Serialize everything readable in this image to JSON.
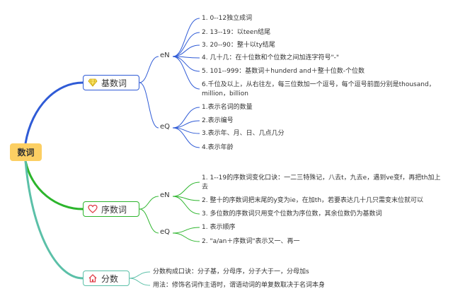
{
  "root": {
    "label": "数词"
  },
  "branches": [
    {
      "label": "基数词",
      "icon": "diamond-icon",
      "color": "#2f5bd6",
      "groups": [
        {
          "label": "eN",
          "items": [
            "1. 0--12独立成词",
            "2. 13--19：以teen结尾",
            "3. 20--90：整十以ty结尾",
            "4. 几十几：在十位数和个位数之间加连字符号\"-\"",
            "5. 101--999：基数词＋hunderd and＋整十位数-个位数",
            "6.千位及以上，从右往左，每三位数加一个逗号，每个逗号前面分别是thousand，million，billion"
          ]
        },
        {
          "label": "eQ",
          "items": [
            "1.表示名词的数量",
            "2.表示编号",
            "3.表示年、月、日、几点几分",
            "4.表示年龄"
          ]
        }
      ]
    },
    {
      "label": "序数词",
      "icon": "heart-icon",
      "color": "#2cb52c",
      "groups": [
        {
          "label": "eN",
          "items": [
            "1. 1--19的序数词变化口诀：一二三特殊记，八去t，九去e，遇到ve变f，再把th加上去",
            "2. 整十的序数词把末尾的y变为ie，在加th，若要表达几十几只需变末位就可以",
            "3. 多位数的序数词只用变个位数为序位数，其余位数仍为基数词"
          ]
        },
        {
          "label": "eQ",
          "items": [
            "1. 表示顺序",
            "2. \"a/an＋序数词\"表示又一、再一"
          ]
        }
      ]
    },
    {
      "label": "分数",
      "icon": "house-icon",
      "color": "#5bc0a8",
      "items": [
        "分数构成口诀：分子基，分母序，分子大于一，分母加s",
        "用法：修饰名词作主语时，谓语动词的单复数取决于名词本身"
      ]
    }
  ]
}
